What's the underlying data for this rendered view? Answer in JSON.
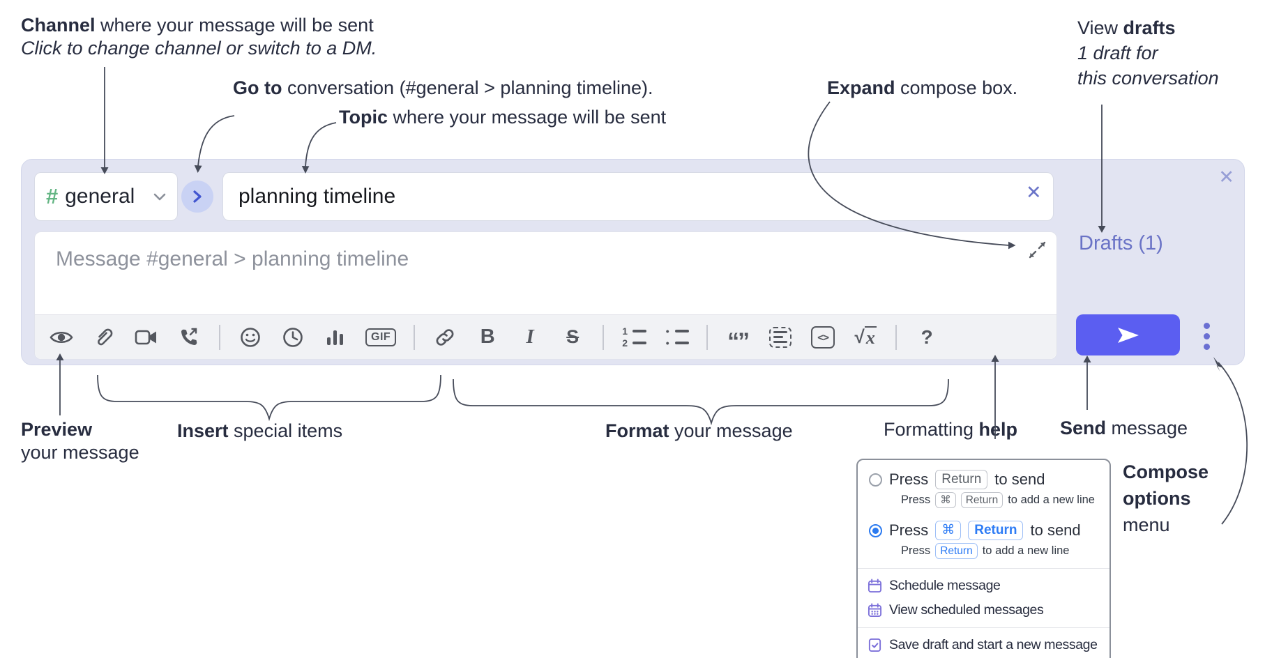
{
  "annotations": {
    "channel_bold": "Channel",
    "channel_rest": " where your message will be sent",
    "channel_sub": "Click to change channel or switch to a DM.",
    "goto_bold": "Go to",
    "goto_rest": " conversation (#general > planning timeline).",
    "topic_bold": "Topic",
    "topic_rest": " where your message will be sent",
    "expand_bold": "Expand",
    "expand_rest": " compose box.",
    "drafts_l1a": "View ",
    "drafts_l1b": "drafts",
    "drafts_l2": "1 draft for",
    "drafts_l3": "this conversation",
    "preview_bold": "Preview",
    "preview_rest": "your message",
    "insert_bold": "Insert",
    "insert_rest": " special items",
    "format_bold": "Format",
    "format_rest": " your message",
    "help_a": "Formatting ",
    "help_b": "help",
    "send_bold": "Send",
    "send_rest": " message",
    "co_b1": "Compose",
    "co_b2": "options",
    "co_r": "menu"
  },
  "compose": {
    "channel_hash": "#",
    "channel_name": "general",
    "topic_value": "planning timeline",
    "topic_clear": "✕",
    "close": "✕",
    "message_placeholder": "Message #general > planning timeline",
    "drafts_link": "Drafts (1)",
    "toolbar": {
      "icons": [
        "preview-eye",
        "attach-paperclip",
        "start-video-call",
        "start-audio-call",
        "emoji",
        "global-time",
        "poll",
        "gif",
        "link",
        "bold",
        "italic",
        "strikethrough",
        "numbered-list",
        "bulleted-list",
        "quote",
        "spoiler",
        "code",
        "math",
        "formatting-help"
      ],
      "gif": "GIF",
      "bold": "B",
      "italic": "I",
      "strike": "S",
      "ol_1": "1",
      "ol_2": "2",
      "bullet_1": "•",
      "bullet_2": "•",
      "quote": "“”",
      "code": "<>",
      "sqrt": "√",
      "math_var": "x",
      "help": "?"
    }
  },
  "popup": {
    "o1_press": "Press",
    "o1_key": "Return",
    "o1_suffix": "to send",
    "o1s_press": "Press",
    "o1s_k1": "⌘",
    "o1s_k2": "Return",
    "o1s_suffix": "to add a new line",
    "o2_press": "Press",
    "o2_k1": "⌘",
    "o2_k2": "Return",
    "o2_suffix": "to send",
    "o2s_press": "Press",
    "o2s_key": "Return",
    "o2s_suffix": "to add a new line",
    "item_schedule": "Schedule message",
    "item_view_scheduled": "View scheduled messages",
    "item_save_draft": "Save draft and start a new message"
  },
  "colors": {
    "compose_bg": "#e2e4f2",
    "send_button": "#5b5ef1",
    "drafts_link": "#6a73c6",
    "channel_hash_green": "#63b583",
    "selected_key_blue": "#2e7cf5",
    "annotation_text": "#272c3f",
    "toolbar_icon": "#54575e",
    "popup_menu_icon": "#7d71da"
  }
}
